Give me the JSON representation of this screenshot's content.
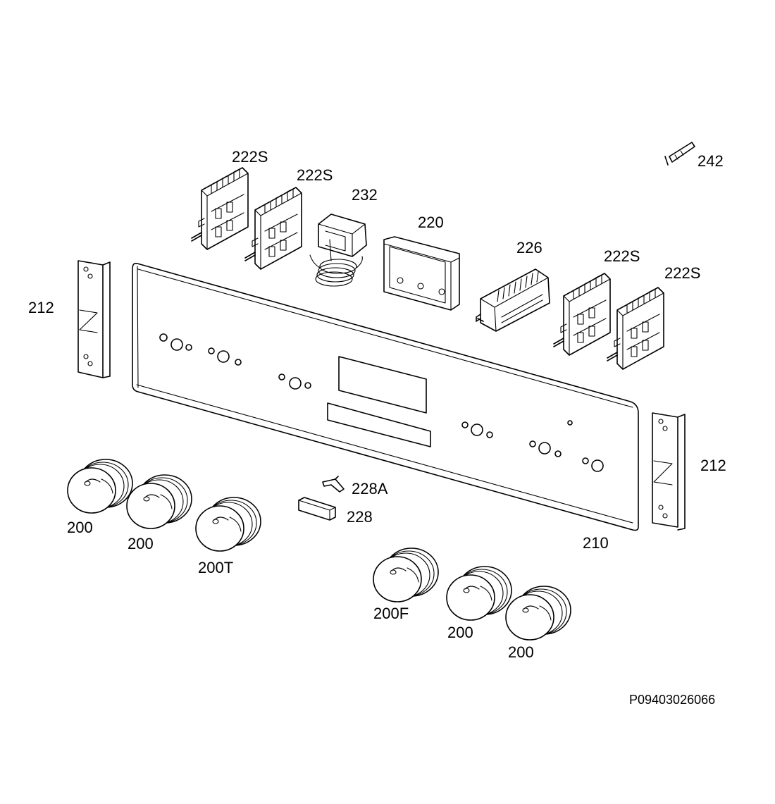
{
  "labels": {
    "l222s_a": "222S",
    "l222s_b": "222S",
    "l232": "232",
    "l220": "220",
    "l226": "226",
    "l222s_c": "222S",
    "l222s_d": "222S",
    "l242": "242",
    "l212_left": "212",
    "l212_right": "212",
    "l228a": "228A",
    "l228": "228",
    "l210": "210",
    "l200_a": "200",
    "l200_b": "200",
    "l200t": "200T",
    "l200f": "200F",
    "l200_c": "200",
    "l200_d": "200"
  },
  "reference_code": "P09403026066"
}
